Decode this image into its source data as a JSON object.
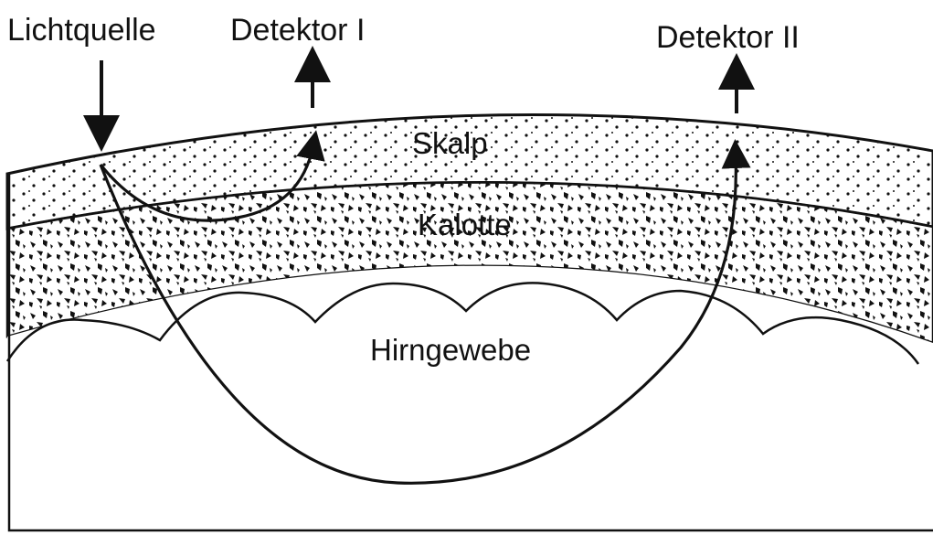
{
  "labels": {
    "source": "Lichtquelle",
    "detector1": "Detektor I",
    "detector2": "Detektor II",
    "scalp": "Skalp",
    "skull": "Kalotte",
    "brain": "Hirngewebe"
  },
  "colors": {
    "ink": "#111111",
    "background": "#ffffff"
  }
}
